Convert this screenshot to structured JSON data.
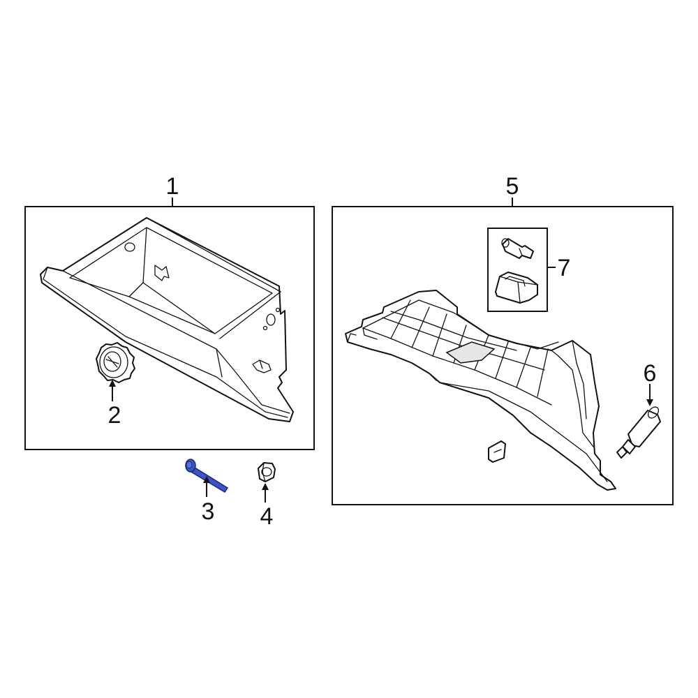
{
  "callouts": {
    "c1": "1",
    "c2": "2",
    "c3": "3",
    "c4": "4",
    "c5": "5",
    "c6": "6",
    "c7": "7"
  },
  "colors": {
    "line": "#111111",
    "highlight": "#3b55c8",
    "background": "#ffffff"
  }
}
